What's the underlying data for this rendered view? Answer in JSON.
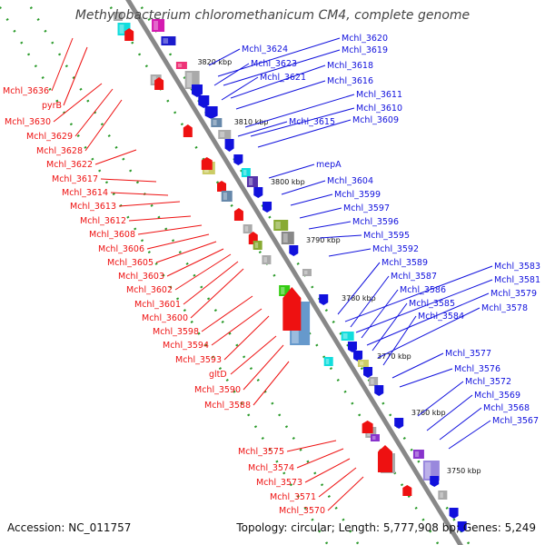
{
  "title": "Methylobacterium chloromethanicum CM4, complete genome",
  "footer": {
    "accession_label": "Accession:",
    "accession": "NC_011757",
    "topology_label": "Topology:",
    "topology": "circular",
    "length_label": "Length:",
    "length": "5,777,908 bp",
    "genes_label": "Genes:",
    "genes": "5,249"
  },
  "colors": {
    "forward_strand": "#ee1111",
    "reverse_strand": "#1111dd",
    "backbone": "#888888",
    "tick_dots": "#2a9a2a"
  },
  "scale_ticks": [
    "3820 kbp",
    "3810 kbp",
    "3800 kbp",
    "3790 kbp",
    "3780 kbp",
    "3770 kbp",
    "3760 kbp",
    "3750 kbp"
  ],
  "forward_labels": [
    "Mchl_3636",
    "pyrB",
    "Mchl_3630",
    "Mchl_3629",
    "Mchl_3628",
    "Mchl_3622",
    "Mchl_3617",
    "Mchl_3614",
    "Mchl_3613",
    "Mchl_3612",
    "Mchl_3608",
    "Mchl_3606",
    "Mchl_3605",
    "Mchl_3603",
    "Mchl_3602",
    "Mchl_3601",
    "Mchl_3600",
    "Mchl_3598",
    "Mchl_3594",
    "Mchl_3593",
    "gltD",
    "Mchl_3590",
    "Mchl_3588",
    "Mchl_3575",
    "Mchl_3574",
    "Mchl_3573",
    "Mchl_3571",
    "Mchl_3570"
  ],
  "reverse_labels": [
    "Mchl_3624",
    "Mchl_3620",
    "Mchl_3619",
    "Mchl_3623",
    "Mchl_3618",
    "Mchl_3621",
    "Mchl_3616",
    "Mchl_3611",
    "Mchl_3610",
    "Mchl_3615",
    "Mchl_3609",
    "mepA",
    "Mchl_3604",
    "Mchl_3599",
    "Mchl_3597",
    "Mchl_3596",
    "Mchl_3595",
    "Mchl_3592",
    "Mchl_3589",
    "Mchl_3583",
    "Mchl_3587",
    "Mchl_3581",
    "Mchl_3586",
    "Mchl_3579",
    "Mchl_3585",
    "Mchl_3578",
    "Mchl_3584",
    "Mchl_3577",
    "Mchl_3576",
    "Mchl_3572",
    "Mchl_3569",
    "Mchl_3568",
    "Mchl_3567"
  ]
}
